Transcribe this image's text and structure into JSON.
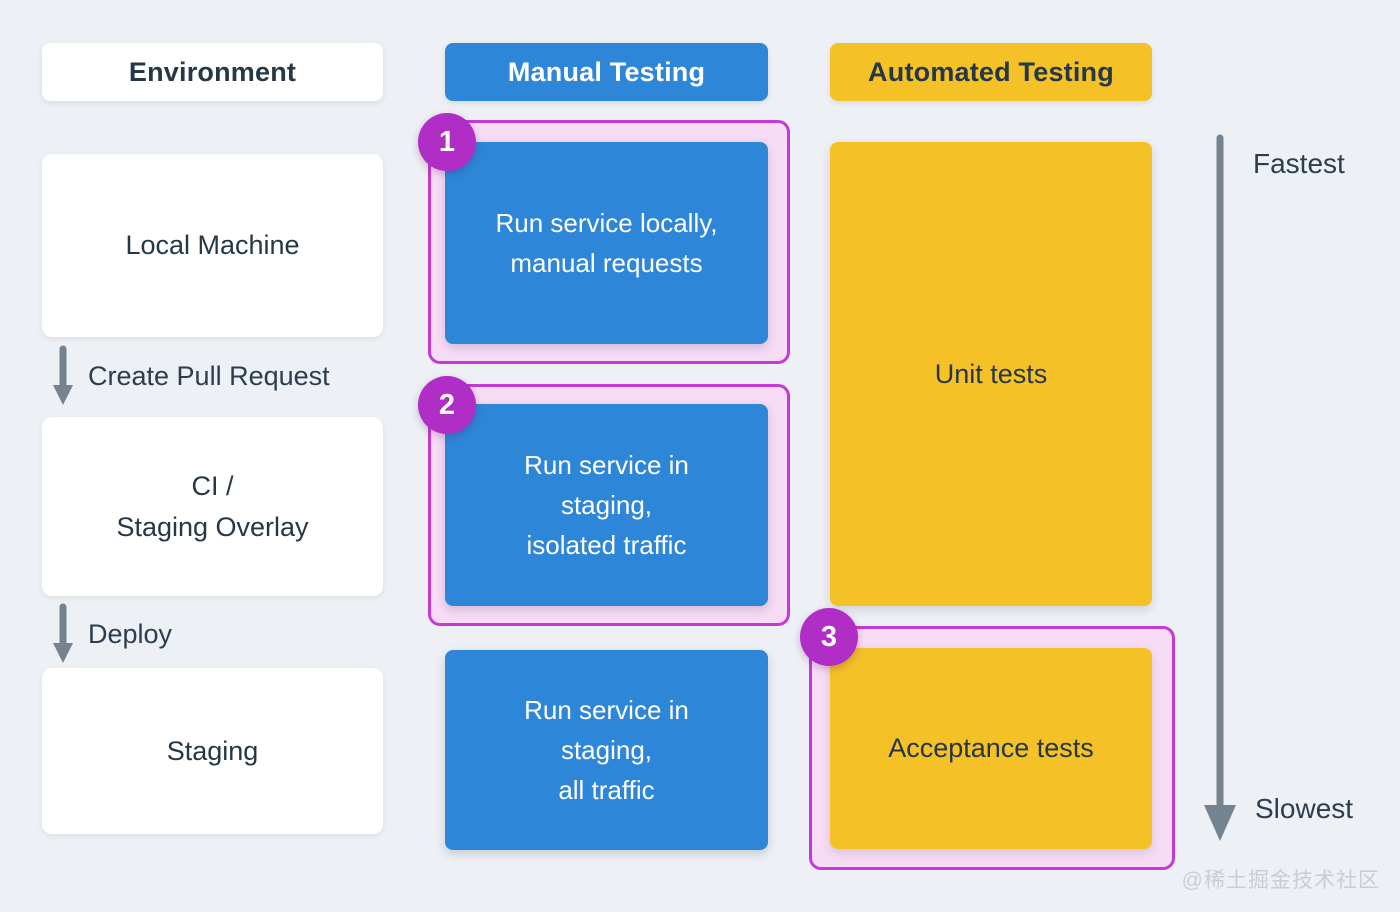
{
  "environment": {
    "header": "Environment",
    "boxes": [
      {
        "label": "Local Machine"
      },
      {
        "label": "CI /\nStaging Overlay"
      },
      {
        "label": "Staging"
      }
    ],
    "arrows": [
      {
        "label": "Create Pull Request"
      },
      {
        "label": "Deploy"
      }
    ]
  },
  "manual": {
    "header": "Manual Testing",
    "boxes": [
      {
        "badge": "1",
        "label": "Run service locally,\nmanual requests",
        "highlighted": true
      },
      {
        "badge": "2",
        "label": "Run service in\nstaging,\nisolated traffic",
        "highlighted": true
      },
      {
        "label": "Run service in\nstaging,\nall traffic",
        "highlighted": false
      }
    ]
  },
  "automated": {
    "header": "Automated Testing",
    "boxes": [
      {
        "label": "Unit tests",
        "highlighted": false
      },
      {
        "badge": "3",
        "label": "Acceptance tests",
        "highlighted": true
      }
    ]
  },
  "timeline": {
    "top_label": "Fastest",
    "bottom_label": "Slowest"
  },
  "watermark": "@稀土掘金技术社区",
  "colors": {
    "background": "#edf0f4",
    "card_white": "#ffffff",
    "blue": "#2e86d8",
    "yellow": "#f4c127",
    "dark_text": "#263747",
    "badge_magenta": "#b02ec6",
    "highlight_border": "#c43ad4",
    "highlight_fill": "#f8dcf6",
    "arrow_gray": "#75828f",
    "watermark_gray": "#c9ced6"
  }
}
